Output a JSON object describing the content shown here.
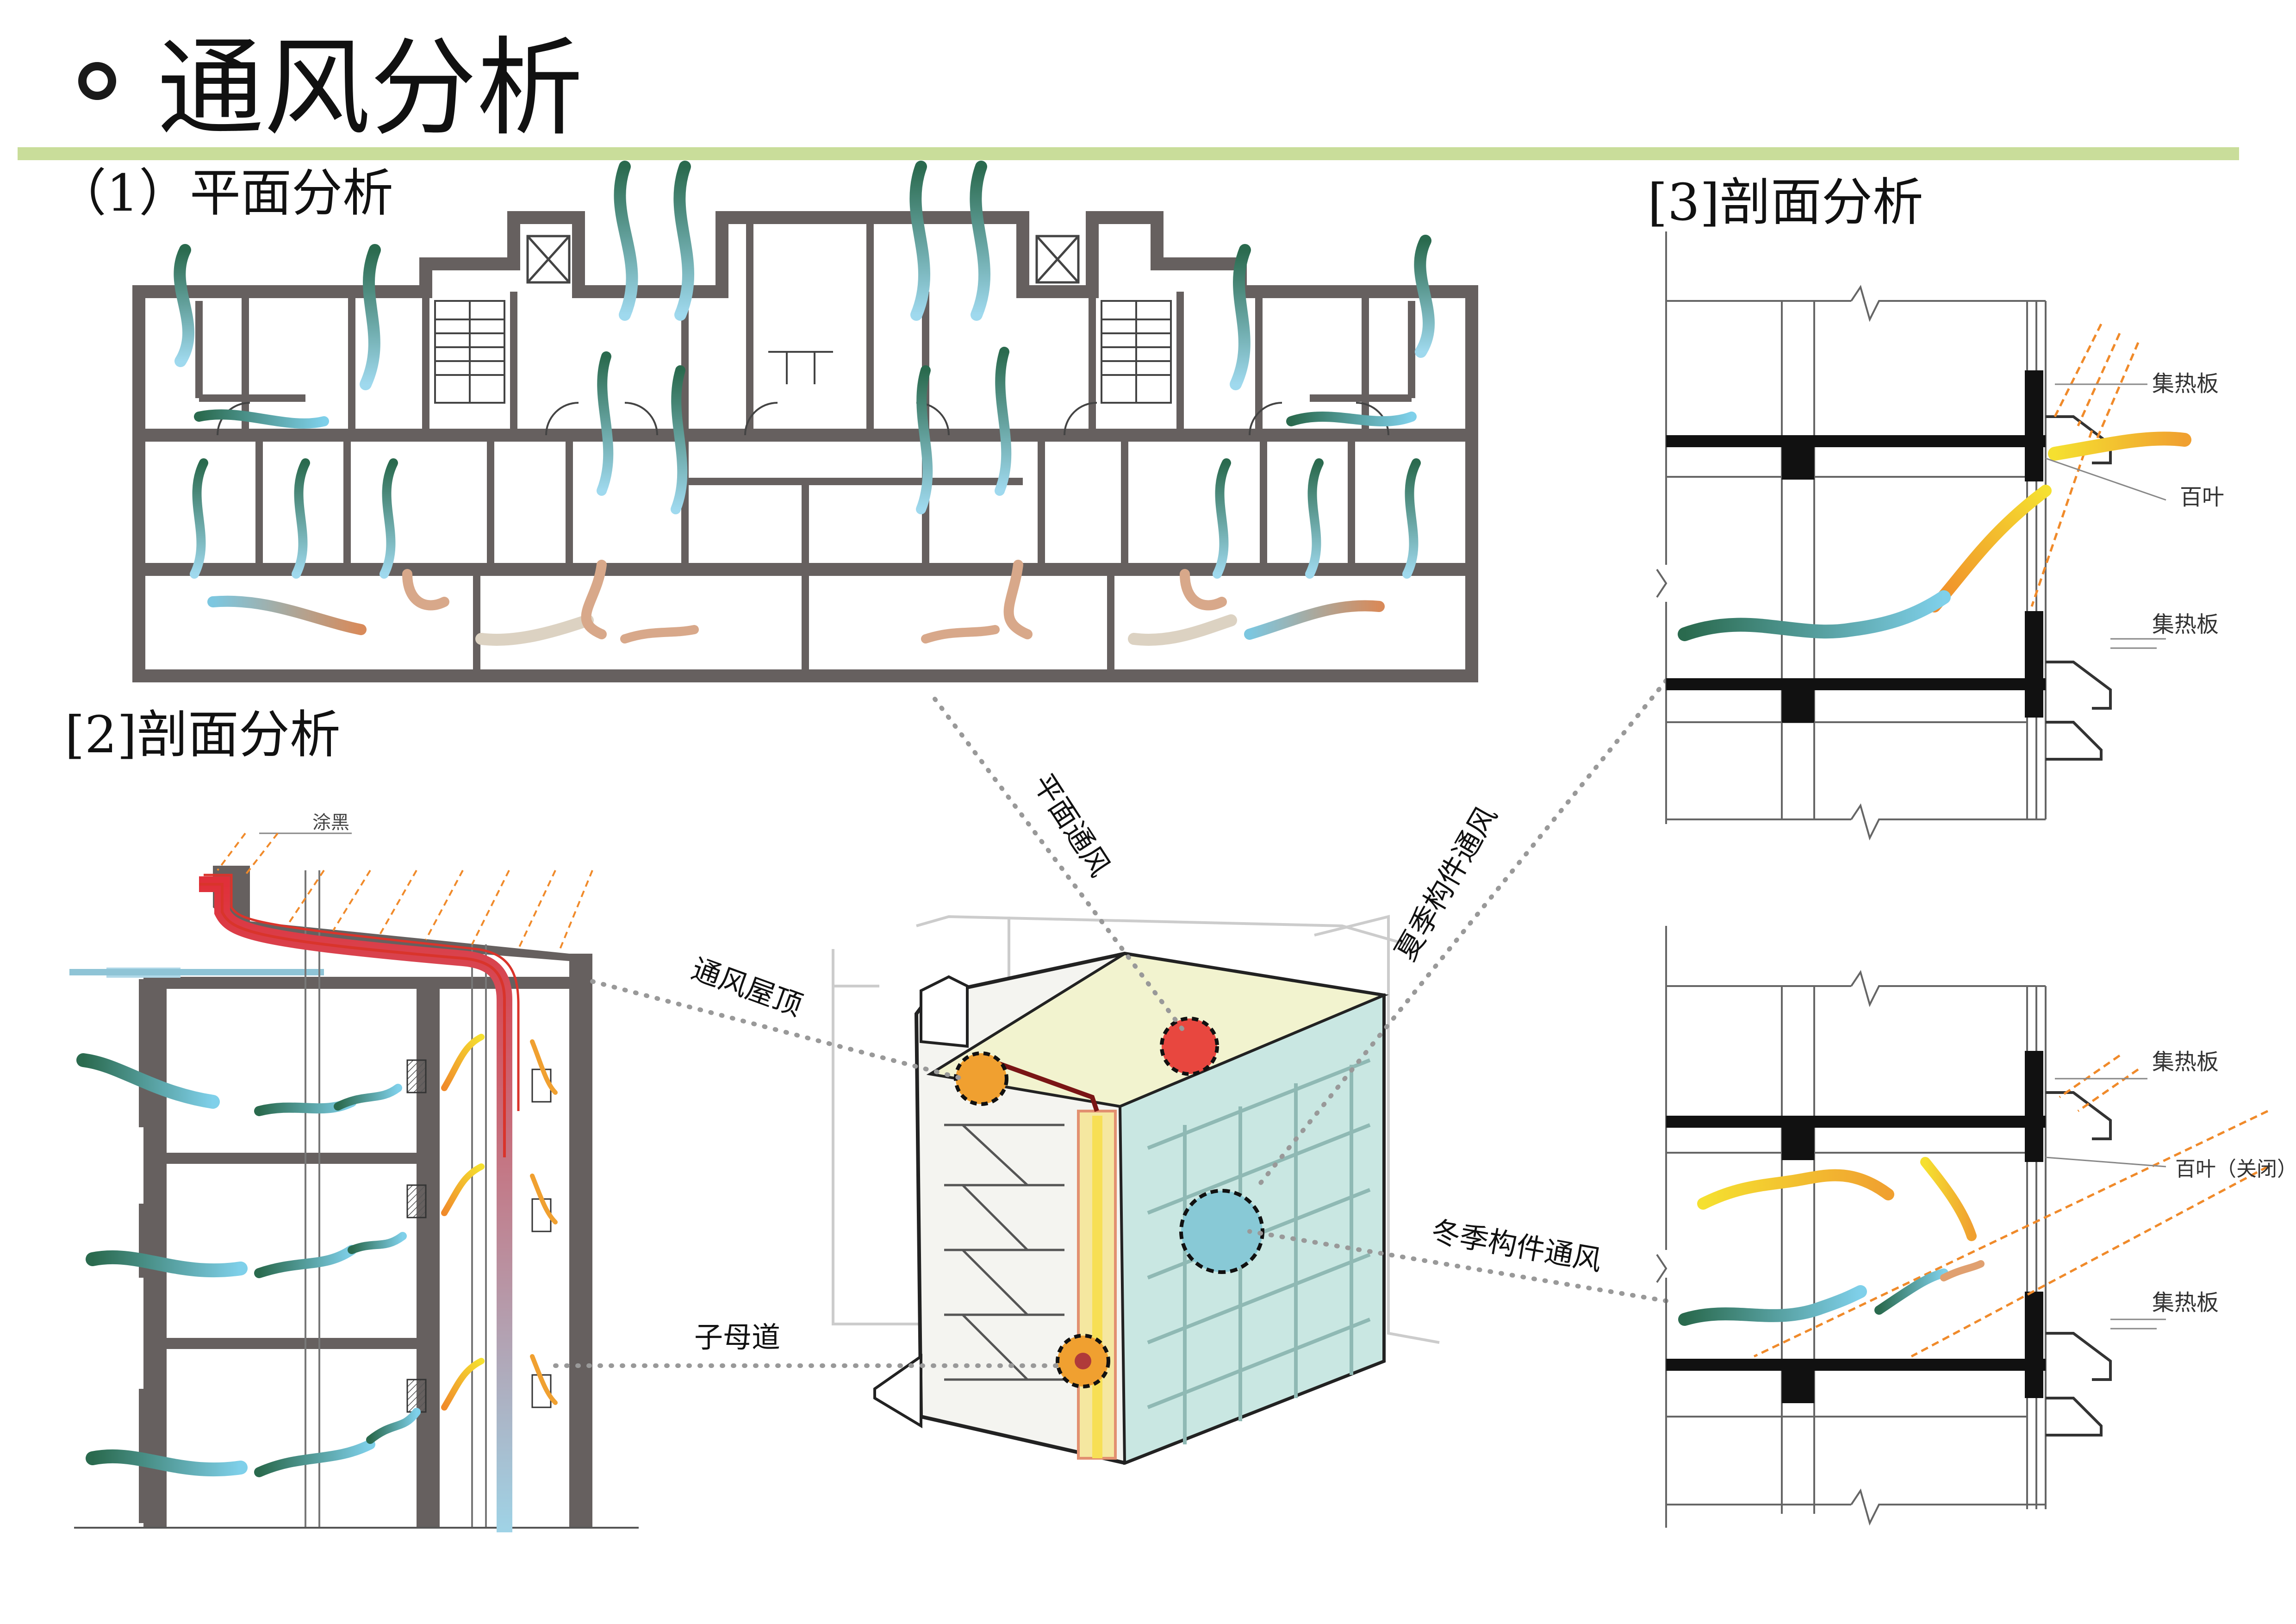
{
  "header": {
    "title": "通风分析"
  },
  "sections": {
    "plan": "（1）平面分析",
    "section2": "[2]剖面分析",
    "section3": "[3]剖面分析"
  },
  "section2_labels": {
    "coating": "涂黑"
  },
  "section3_labels": {
    "collector_top_1": "集热板",
    "louver_1": "百叶",
    "collector_bottom_1": "集热板",
    "collector_top_2": "集热板",
    "louver_2": "百叶（关闭）",
    "collector_bottom_2": "集热板"
  },
  "callouts": {
    "plan_vent": "平面通风",
    "summer_vent": "夏季构件通风",
    "roof_vent": "通风屋顶",
    "winter_vent": "冬季构件通风",
    "shaft": "子母道"
  },
  "colors": {
    "accent_line": "#c9dd9a",
    "wall": "#66605f",
    "wind_dark_green": "#2e6b52",
    "wind_light_blue": "#7cc7e0",
    "wind_orange": "#f08a2a",
    "wind_yellow": "#f5d820",
    "hot_duct": "#d9342b",
    "circle_red": "#e8473f",
    "circle_blue": "#88c9d6",
    "circle_orange": "#f0a030"
  }
}
